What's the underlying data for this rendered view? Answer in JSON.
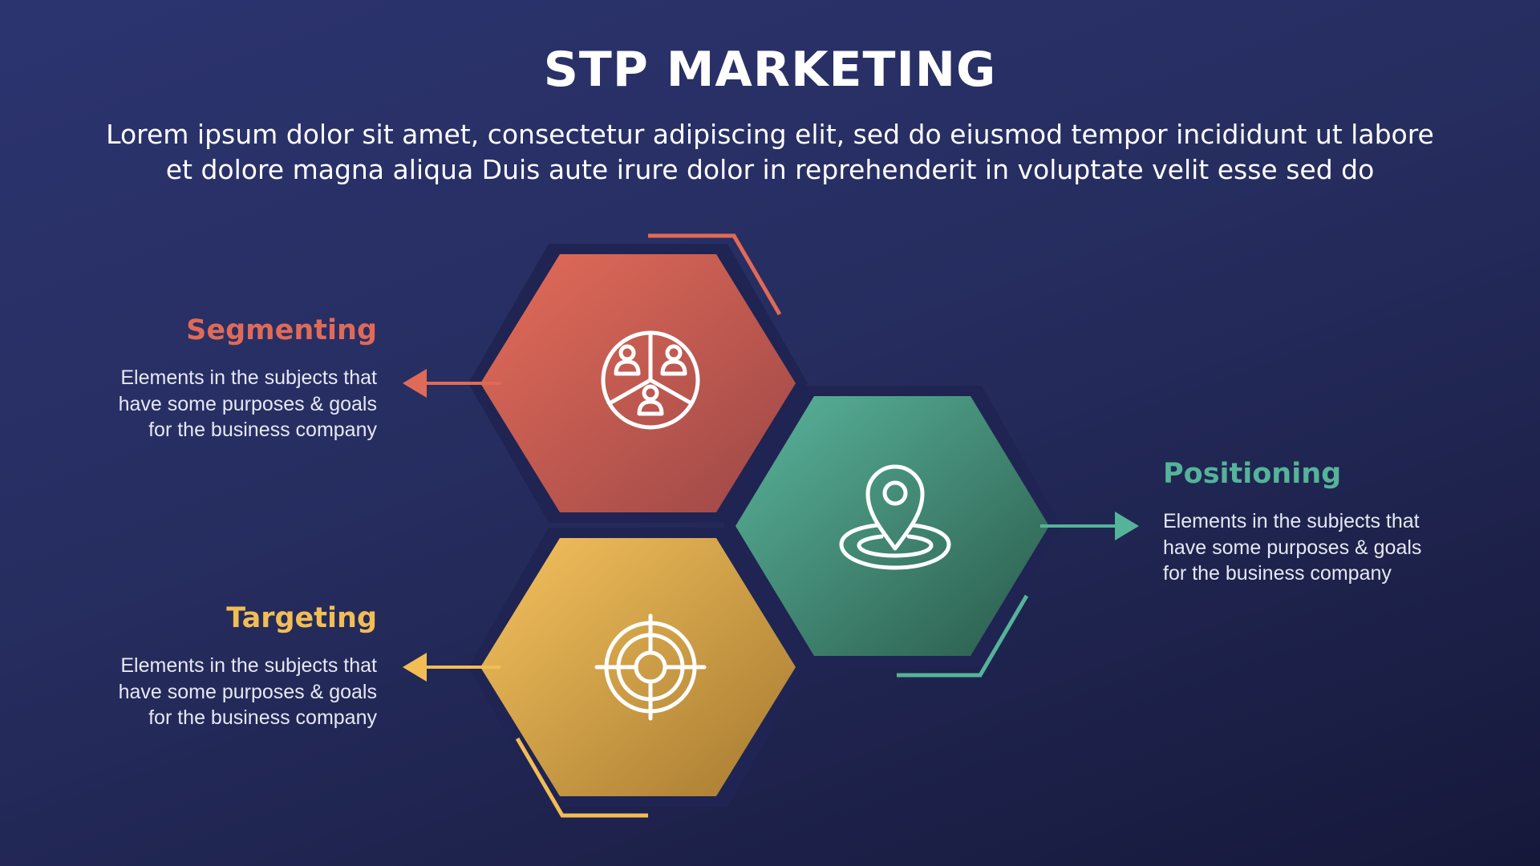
{
  "title": "STP MARKETING",
  "subtitle_lines": [
    "Lorem ipsum dolor sit amet, consectetur adipiscing elit, sed do eiusmod tempor incididunt ut labore",
    "et dolore magna aliqua Duis aute irure dolor in reprehenderit in voluptate velit esse sed do"
  ],
  "items": [
    {
      "title": "Segmenting",
      "description": "Elements in the subjects that\nhave  some purposes & goals\nfor the  business company",
      "color": "#e06a58",
      "icon": "segments-people-icon"
    },
    {
      "title": "Positioning",
      "description": "Elements in the subjects that\nhave  some purposes & goals\nfor the  business company",
      "color": "#55b39a",
      "icon": "location-pin-icon"
    },
    {
      "title": "Targeting",
      "description": "Elements in the subjects that\nhave  some purposes & goals\nfor the  business company",
      "color": "#f2bd55",
      "icon": "target-crosshair-icon"
    }
  ]
}
